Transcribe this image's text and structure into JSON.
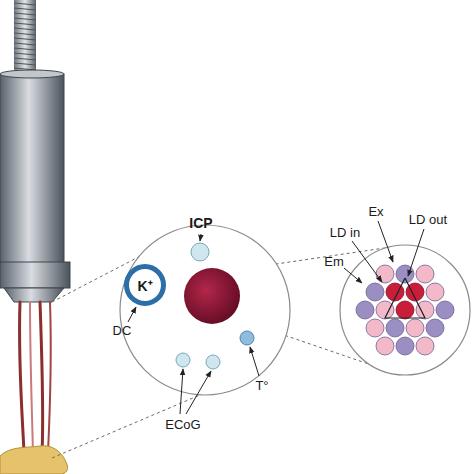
{
  "diagram": {
    "nodes": [
      {
        "text": [
          "K⁺"
        ]
      }
    ],
    "labels": [
      "ICP",
      "DC",
      "ECoG",
      "T°",
      "LD in",
      "Ex",
      "LD out",
      "Em"
    ]
  }
}
